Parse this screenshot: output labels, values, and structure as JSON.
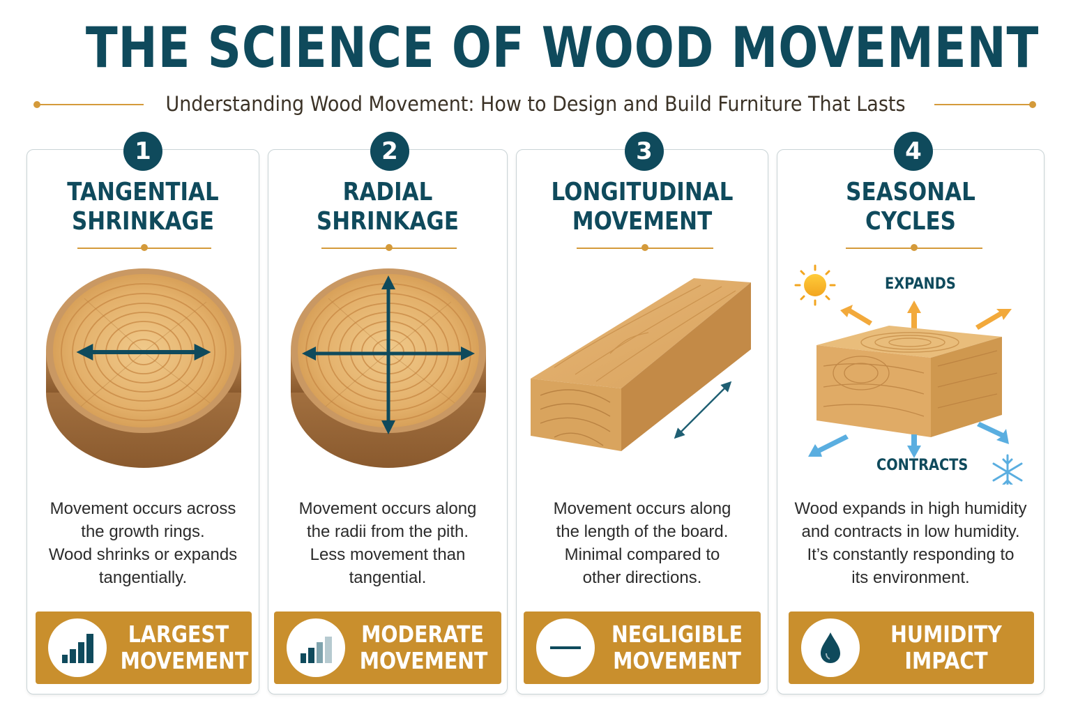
{
  "header": {
    "title": "THE SCIENCE OF WOOD MOVEMENT",
    "subtitle": "Understanding Wood Movement: How to Design and Build Furniture That Lasts"
  },
  "colors": {
    "primary": "#0f4a5c",
    "accent": "#c98f2d",
    "wood": "#e0b06c",
    "warm": "#f2a93b",
    "cool": "#5aaee0"
  },
  "cards": [
    {
      "number": "1",
      "title_lines": [
        "TANGENTIAL",
        "SHRINKAGE"
      ],
      "illustration": "log-cross-section-horizontal-arrow",
      "desc_lines": [
        "Movement occurs across",
        "the growth rings.",
        "Wood shrinks or expands",
        "tangentially."
      ],
      "badge_icon": "bar-chart-large-icon",
      "badge_lines": [
        "LARGEST",
        "MOVEMENT"
      ]
    },
    {
      "number": "2",
      "title_lines": [
        "RADIAL",
        "SHRINKAGE"
      ],
      "illustration": "log-cross-section-cross-arrows",
      "desc_lines": [
        "Movement occurs along",
        "the radii from the pith.",
        "Less movement than",
        "tangential."
      ],
      "badge_icon": "bar-chart-medium-icon",
      "badge_lines": [
        "MODERATE",
        "MOVEMENT"
      ]
    },
    {
      "number": "3",
      "title_lines": [
        "LONGITUDINAL",
        "MOVEMENT"
      ],
      "illustration": "wood-board-diagonal-arrow",
      "desc_lines": [
        "Movement occurs along",
        "the length of the board.",
        "Minimal compared to",
        "other directions."
      ],
      "badge_icon": "minus-line-icon",
      "badge_lines": [
        "NEGLIGIBLE",
        "MOVEMENT"
      ]
    },
    {
      "number": "4",
      "title_lines": [
        "SEASONAL",
        "CYCLES"
      ],
      "illustration": "wood-block-expand-contract",
      "expands_label": "EXPANDS",
      "contracts_label": "CONTRACTS",
      "desc_lines": [
        "Wood expands in high humidity",
        "and contracts in low humidity.",
        "It’s constantly responding to",
        "its environment."
      ],
      "badge_icon": "water-drop-icon",
      "badge_lines": [
        "HUMIDITY",
        "IMPACT"
      ]
    }
  ]
}
